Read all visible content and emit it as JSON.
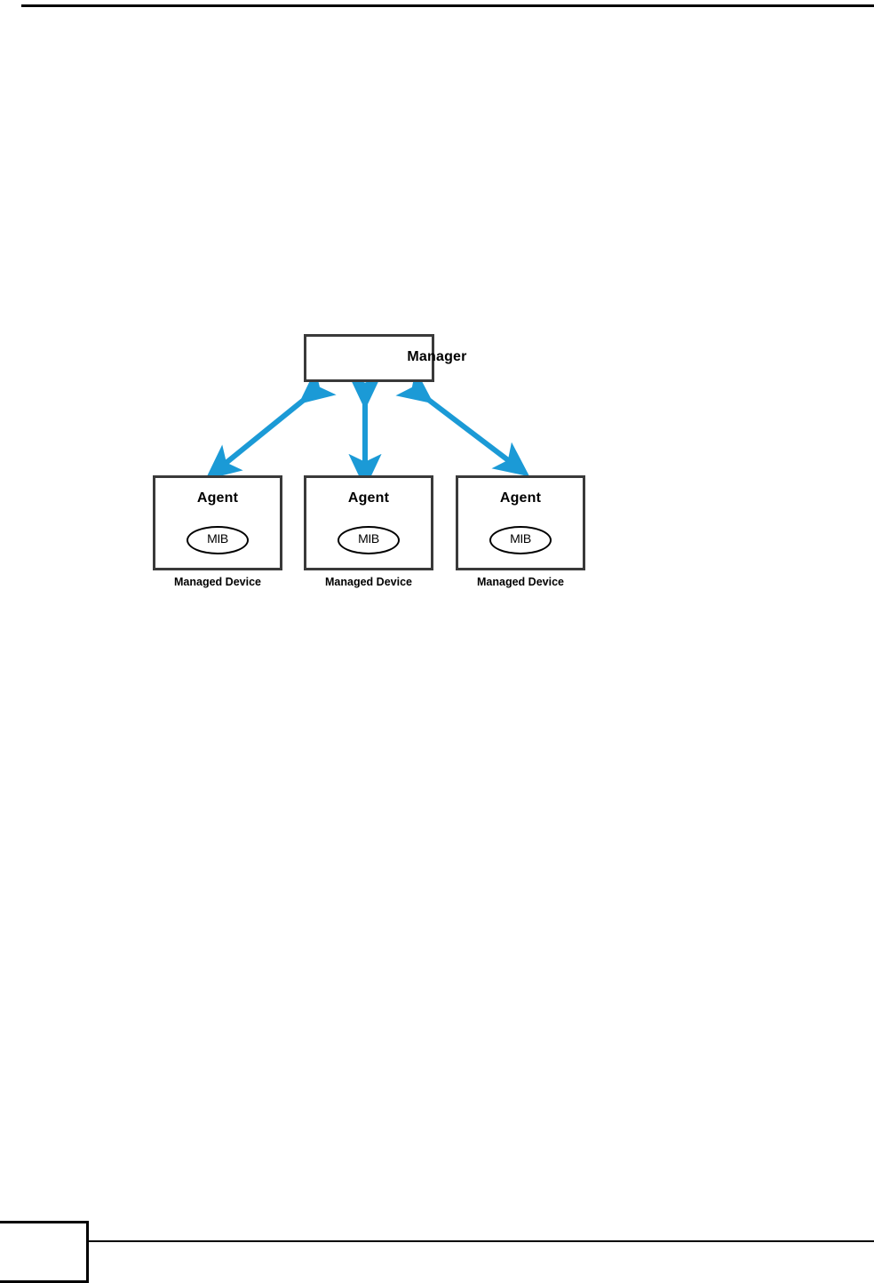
{
  "page": {
    "number": "",
    "has_header_rule": true,
    "has_footer_rule": true,
    "background": "#ffffff"
  },
  "colors": {
    "arrow_blue": "#1B9AD6",
    "box_border": "#3a3a3a",
    "ellipse_border": "#000000",
    "rule_black": "#000000"
  },
  "figure": {
    "manager": {
      "label": "Manager"
    },
    "agents": [
      {
        "label": "Agent",
        "mib": "MIB",
        "caption": "Managed Device"
      },
      {
        "label": "Agent",
        "mib": "MIB",
        "caption": "Managed Device"
      },
      {
        "label": "Agent",
        "mib": "MIB",
        "caption": "Managed Device"
      }
    ],
    "connectors": [
      {
        "name": "manager-to-agent-1",
        "style": "double-headed-arrow",
        "color": "#1B9AD6"
      },
      {
        "name": "manager-to-agent-2",
        "style": "double-headed-arrow",
        "color": "#1B9AD6"
      },
      {
        "name": "manager-to-agent-3",
        "style": "double-headed-arrow",
        "color": "#1B9AD6"
      }
    ]
  }
}
